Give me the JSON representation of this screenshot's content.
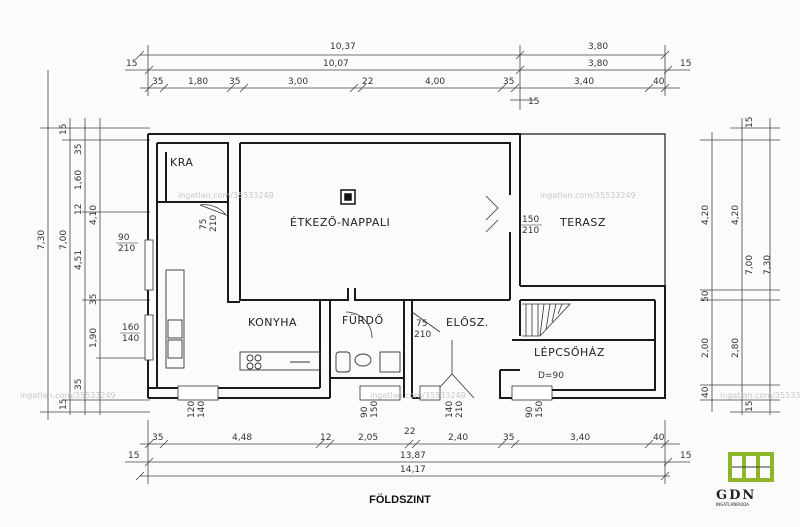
{
  "title": "FÖLDSZINT",
  "rooms": {
    "kra": "KRA",
    "etkezo": "ÉTKEZŐ-NAPPALI",
    "terasz": "TERASZ",
    "konyha": "KONYHA",
    "furdo": "FÜRDŐ",
    "elosz": "ELŐSZ.",
    "lepcsohaz": "LÉPCSŐHÁZ"
  },
  "top_dims": {
    "overall_a": "10,37",
    "overall_b": "3,80",
    "edge_left": "15",
    "mid_a": "10,07",
    "mid_b": "3,80",
    "edge_right": "15",
    "seg": [
      "35",
      "1,80",
      "35",
      "3,00",
      "22",
      "4,00",
      "35",
      "3,40",
      "40"
    ],
    "below_15": "15"
  },
  "bottom_dims": {
    "seg": [
      "35",
      "4,48",
      "12",
      "2,05",
      "22",
      "2,40",
      "35",
      "3,40",
      "40"
    ],
    "edge_left": "15",
    "mid": "13,87",
    "edge_right": "15",
    "overall": "14,17"
  },
  "left_dims": {
    "outer": "7,30",
    "a": "7,00",
    "b": "4,10",
    "c": [
      "15",
      "35",
      "1,60",
      "12",
      "4,51",
      "35",
      "1,90",
      "35",
      "15"
    ],
    "seg2": [
      "1,90"
    ]
  },
  "right_dims": {
    "outer": "7,30",
    "a": "7,00",
    "b": [
      "4,20",
      "4,20"
    ],
    "c": [
      "2,00",
      "2,80"
    ],
    "small": [
      "15",
      "15",
      "50",
      "40"
    ]
  },
  "openings": {
    "window_kra": [
      "90",
      "210"
    ],
    "door_kra": [
      "75",
      "210"
    ],
    "window_konyha": [
      "160",
      "140"
    ],
    "door_terasz": [
      "150",
      "210"
    ],
    "door_furdo": [
      "75",
      "210"
    ],
    "bottom": [
      "120",
      "140",
      "90",
      "150",
      "140",
      "210",
      "90",
      "150"
    ],
    "stair_note": "D=90"
  },
  "watermarks": {
    "w1": "ingatlan.com/35533249",
    "w2": "ingatlan.com/35533249",
    "w3": "ingatlan.com/35533249",
    "w4": "ingatlan.com/35533249",
    "w5": "ingatlan.com/35533249"
  },
  "logo": {
    "text": "GDN",
    "sub": "INGATLANIRODA",
    "colors": {
      "green": "#8fb52b",
      "dark": "#3a3a3a"
    }
  }
}
